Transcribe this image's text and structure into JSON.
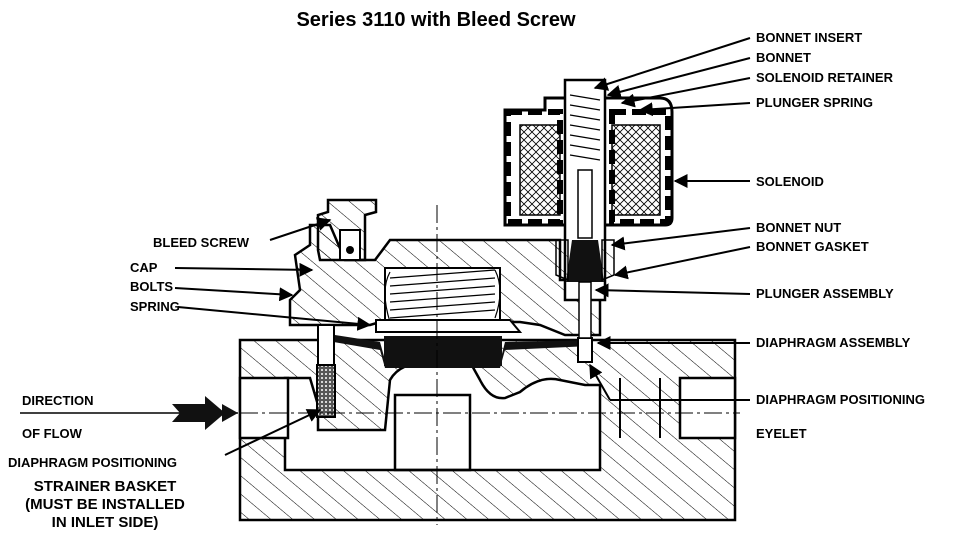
{
  "title": "Series 3110 with Bleed Screw",
  "labels": {
    "bonnet_insert": "BONNET INSERT",
    "bonnet": "BONNET",
    "solenoid_retainer": "SOLENOID RETAINER",
    "plunger_spring": "PLUNGER SPRING",
    "solenoid": "SOLENOID",
    "bonnet_nut": "BONNET NUT",
    "bonnet_gasket": "BONNET GASKET",
    "plunger_assembly": "PLUNGER ASSEMBLY",
    "diaphragm_assembly": "DIAPHRAGM ASSEMBLY",
    "diaphragm_positioning_right": "DIAPHRAGM POSITIONING",
    "eyelet": "EYELET",
    "bleed_screw": "BLEED SCREW",
    "cap": "CAP",
    "bolts": "BOLTS",
    "spring": "SPRING",
    "direction": "DIRECTION",
    "of_flow": "OF FLOW",
    "diaphragm_positioning_left": "DIAPHRAGM POSITIONING",
    "strainer_1": "STRAINER BASKET",
    "strainer_2": "(MUST BE INSTALLED",
    "strainer_3": "IN INLET SIDE)"
  }
}
